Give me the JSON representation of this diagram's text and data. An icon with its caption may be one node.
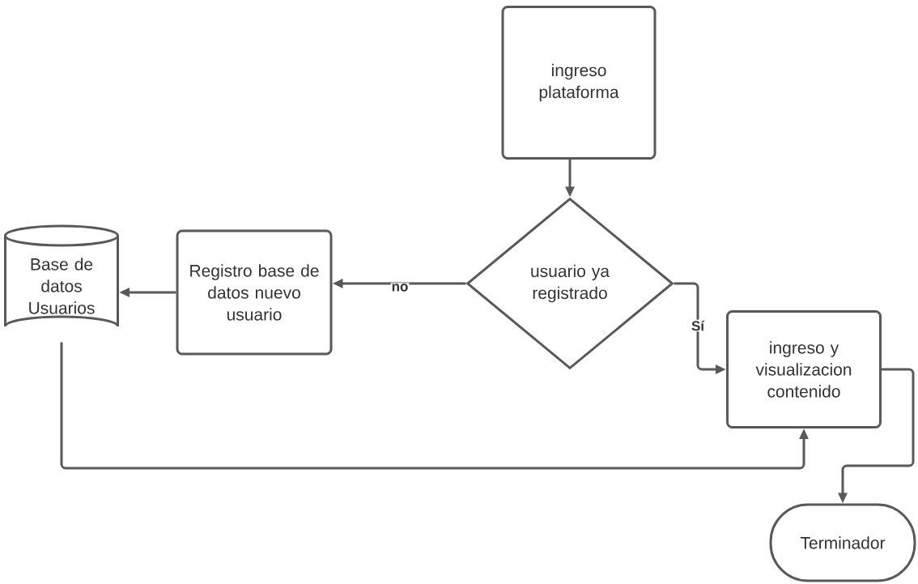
{
  "diagram": {
    "nodes": [
      {
        "text": [
          "ingreso plataforma"
        ]
      },
      {
        "text": [
          "usuario ya registrado"
        ]
      },
      {
        "text": [
          "Registro base de datos nuevo usuario"
        ]
      },
      {
        "text": [
          "Base de datos Usuarios"
        ]
      },
      {
        "text": [
          "ingreso  y visualizacion contenido"
        ]
      },
      {
        "text": [
          "Terminador"
        ]
      }
    ],
    "edges": [
      {
        "from": 0,
        "to": 1,
        "arrow": "to"
      },
      {
        "from": 1,
        "to": 2,
        "arrow": "to",
        "label": "no"
      },
      {
        "from": 2,
        "to": 3,
        "arrow": "to"
      },
      {
        "from": 3,
        "to": 4,
        "arrow": "to"
      },
      {
        "from": 1,
        "to": 4,
        "arrow": "to",
        "label": "Sí"
      },
      {
        "from": 4,
        "to": 5,
        "arrow": "to"
      }
    ]
  }
}
